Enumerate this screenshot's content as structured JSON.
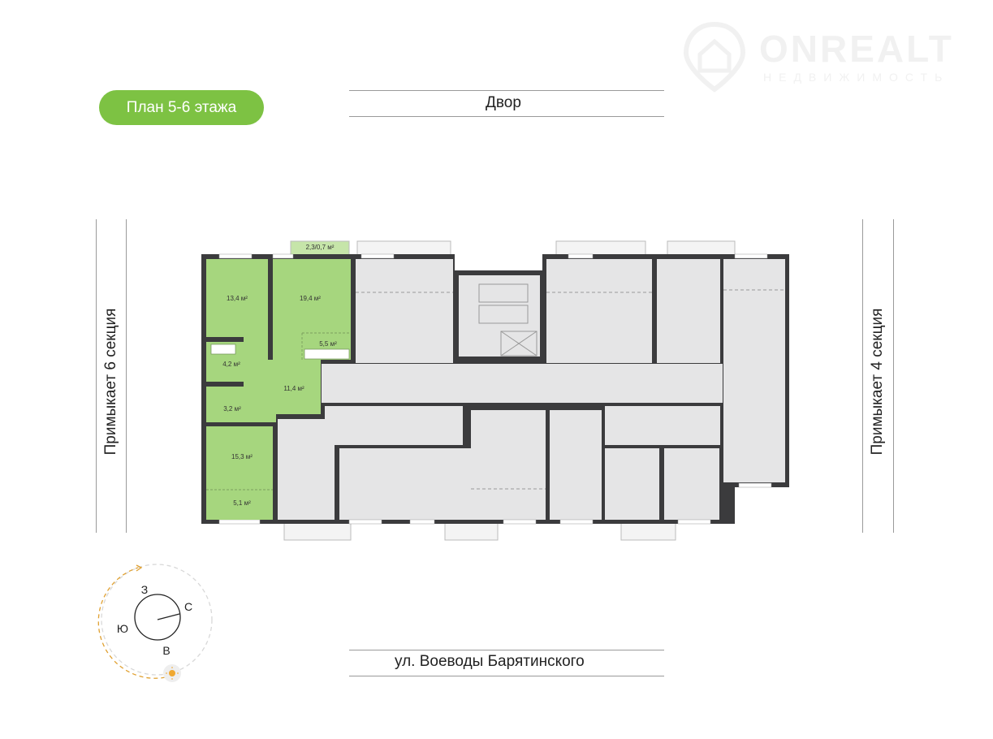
{
  "floor_badge": "План 5-6 этажа",
  "top_label": "Двор",
  "bottom_label": "ул. Воеводы Барятинского",
  "left_label": "Примыкает 6 секция",
  "right_label": "Примыкает 4 секция",
  "watermark": {
    "brand": "ONREALT",
    "tagline": "НЕДВИЖИМОСТЬ"
  },
  "compass": {
    "north": "С",
    "south": "Ю",
    "west": "З",
    "east": "В"
  },
  "highlighted_apartment": {
    "color": "#a6d67e",
    "areas": {
      "balcony": "2,3/0,7 м²",
      "bedroom1": "13,4 м²",
      "living": "19,4 м²",
      "kitchen": "5,5 м²",
      "bath1": "4,2 м²",
      "hall": "11,4 м²",
      "bath2": "3,2 м²",
      "bedroom2": "15,3 м²",
      "loggia": "5,1 м²"
    }
  },
  "colors": {
    "wall": "#3b3b3d",
    "room": "#e5e5e6",
    "badge": "#7dc243",
    "sun": "#f0a830"
  }
}
